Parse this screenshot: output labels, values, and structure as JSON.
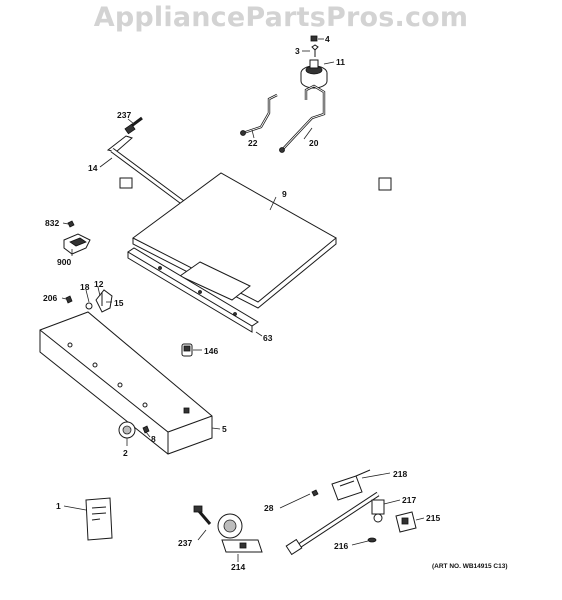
{
  "watermark": "AppliancePartsPros.com",
  "art_number": "(ART NO. WB14915 C13)",
  "callouts": [
    "4",
    "3",
    "11",
    "237",
    "22",
    "20",
    "14",
    "9",
    "832",
    "900",
    "18",
    "12",
    "206",
    "15",
    "63",
    "146",
    "5",
    "8",
    "2",
    "218",
    "28",
    "217",
    "215",
    "1",
    "237",
    "214",
    "216"
  ]
}
